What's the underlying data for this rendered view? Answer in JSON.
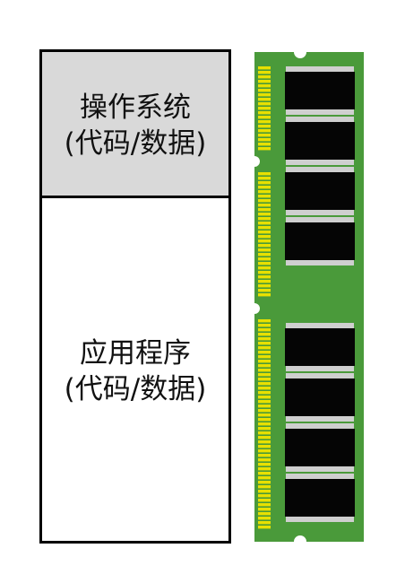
{
  "memory_layout": {
    "os_region": {
      "line1": "操作系统",
      "line2": "(代码/数据)"
    },
    "app_region": {
      "line1": "应用程序",
      "line2": "(代码/数据)"
    }
  },
  "ram_module": {
    "icon": "ram-stick-icon",
    "chip_count": 8,
    "colors": {
      "pcb": "#4a9a3a",
      "chip": "#050505",
      "pins": "#e8e000",
      "chip_leads": "#cfcfcf"
    }
  }
}
